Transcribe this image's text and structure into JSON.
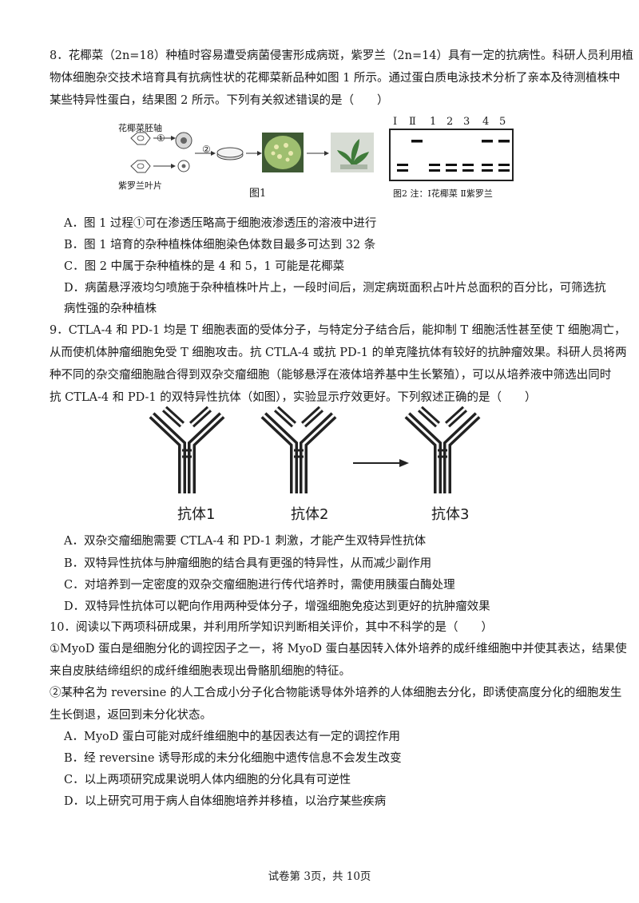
{
  "q8": {
    "stem": [
      "8．花椰菜（2n=18）种植时容易遭受病菌侵害形成病斑，紫罗兰（2n=14）具有一定的抗病性。科研人员利用植",
      "物体细胞杂交技术培育具有抗病性状的花椰菜新品种如图 1 所示。通过蛋白质电泳技术分析了亲本及待测植株中",
      "某些特异性蛋白，结果图 2 所示。下列有关叙述错误的是（　　）"
    ],
    "fig1": {
      "label_top": "花椰菜胚轴",
      "label_bottom": "紫罗兰叶片",
      "step1": "①",
      "step2": "②",
      "caption": "图1"
    },
    "fig2": {
      "lanes": [
        "Ⅰ",
        "Ⅱ",
        "1",
        "2",
        "3",
        "4",
        "5"
      ],
      "caption": "图2 注：Ⅰ花椰菜 Ⅱ紫罗兰",
      "bands_upper": [
        false,
        true,
        false,
        false,
        false,
        true,
        true
      ],
      "bands_lower": [
        true,
        false,
        true,
        true,
        true,
        true,
        true
      ]
    },
    "options": [
      "A．图 1 过程①可在渗透压略高于细胞液渗透压的溶液中进行",
      "B．图 1 培育的杂种植株体细胞染色体数目最多可达到 32 条",
      "C．图 2 中属于杂种植株的是 4 和 5，1 可能是花椰菜",
      "D．病菌悬浮液均匀喷施于杂种植株叶片上，一段时间后，测定病斑面积占叶片总面积的百分比，可筛选抗",
      "病性强的杂种植株"
    ]
  },
  "q9": {
    "stem": [
      "9．CTLA-4 和 PD-1 均是 T 细胞表面的受体分子，与特定分子结合后，能抑制 T 细胞活性甚至使 T 细胞凋亡，",
      "从而使机体肿瘤细胞免受 T 细胞攻击。抗 CTLA-4 或抗 PD-1 的单克隆抗体有较好的抗肿瘤效果。科研人员将两",
      "种不同的杂交瘤细胞融合得到双杂交瘤细胞（能够悬浮在液体培养基中生长繁殖），可以从培养液中筛选出同时",
      "抗 CTLA-4 和 PD-1 的双特异性抗体（如图），实验显示疗效更好。下列叙述正确的是（　　）"
    ],
    "antibody_labels": [
      "抗体1",
      "抗体2",
      "抗体3"
    ],
    "options": [
      "A．双杂交瘤细胞需要 CTLA-4 和 PD-1 刺激，才能产生双特异性抗体",
      "B．双特异性抗体与肿瘤细胞的结合具有更强的特异性，从而减少副作用",
      "C．对培养到一定密度的双杂交瘤细胞进行传代培养时，需使用胰蛋白酶处理",
      "D．双特异性抗体可以靶向作用两种受体分子，增强细胞免疫达到更好的抗肿瘤效果"
    ]
  },
  "q10": {
    "stem": "10．阅读以下两项科研成果，并利用所学知识判断相关评价，其中不科学的是（　　）",
    "item1": [
      "①MyoD 蛋白是细胞分化的调控因子之一，将 MyoD 蛋白基因转入体外培养的成纤维细胞中并使其表达，结果使",
      "来自皮肤结缔组织的成纤维细胞表现出骨骼肌细胞的特征。"
    ],
    "item2": [
      "②某种名为 reversine 的人工合成小分子化合物能诱导体外培养的人体细胞去分化，即诱使高度分化的细胞发生",
      "生长倒退，返回到未分化状态。"
    ],
    "options": [
      "A．MyoD 蛋白可能对成纤维细胞中的基因表达有一定的调控作用",
      "B．经 reversine 诱导形成的未分化细胞中遗传信息不会发生改变",
      "C．以上两项研究成果说明人体内细胞的分化具有可逆性",
      "D．以上研究可用于病人自体细胞培养并移植，以治疗某些疾病"
    ]
  },
  "footer": "试卷第 3页，共 10页"
}
